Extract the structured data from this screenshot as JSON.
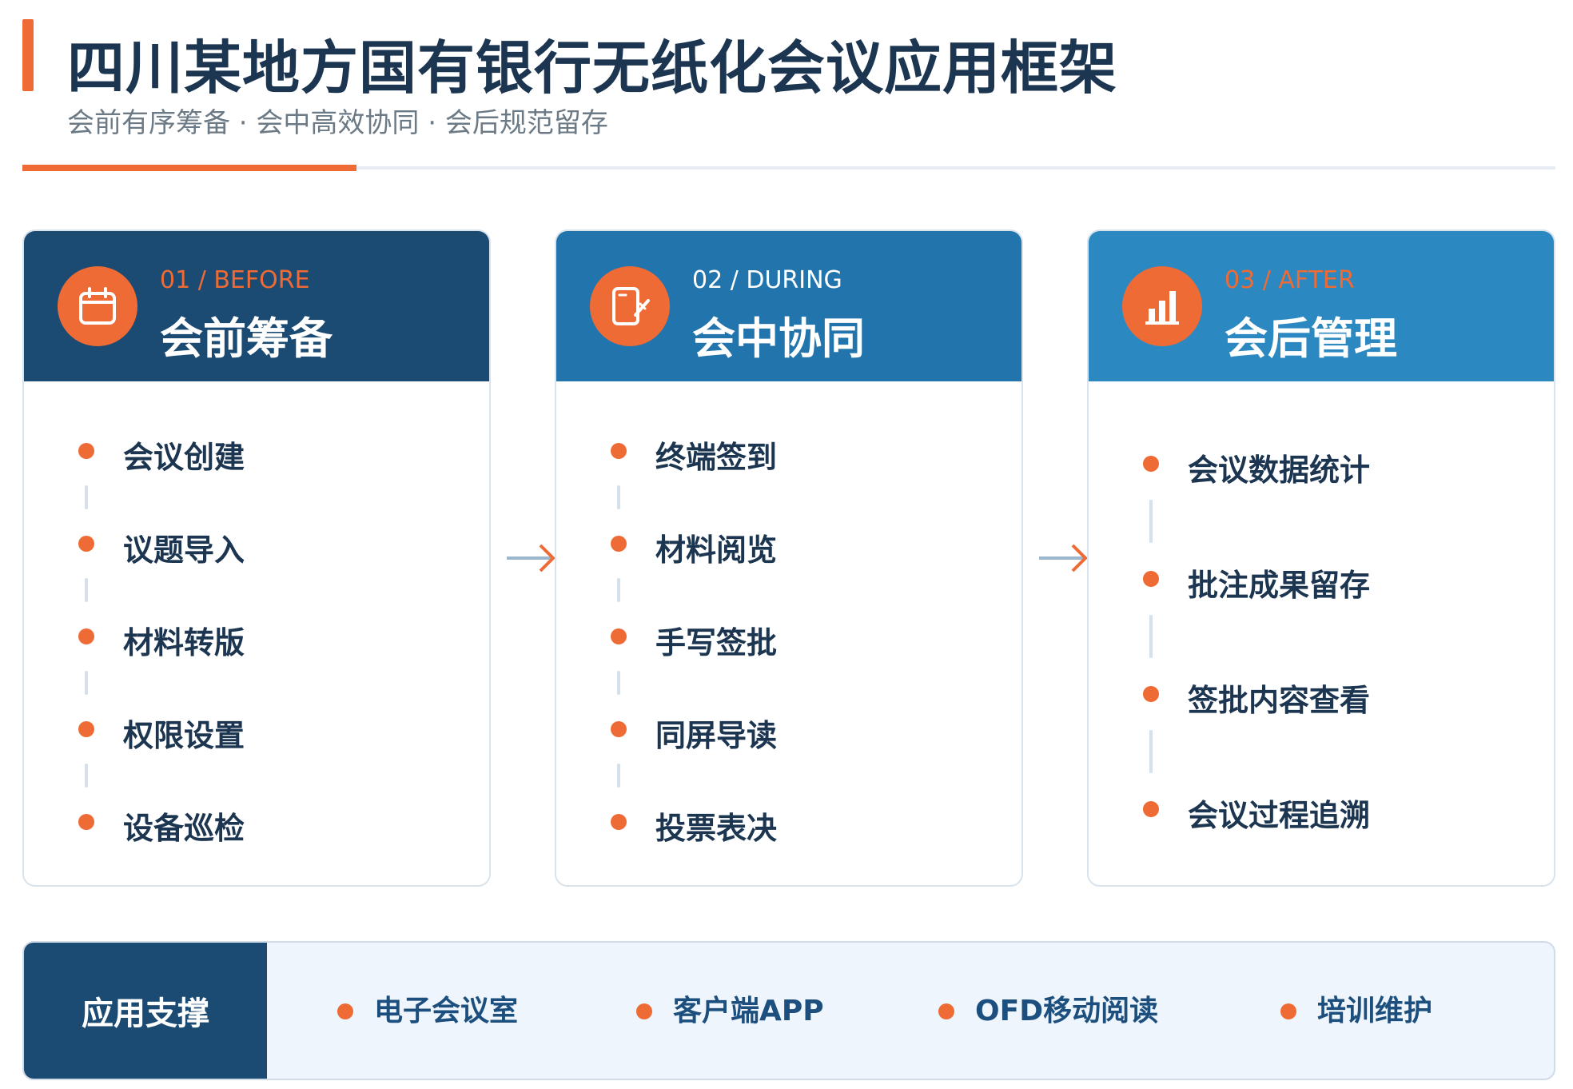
{
  "header": {
    "title": "四川某地方国有银行无纸化会议应用框架",
    "subtitle": "会前有序筹备 · 会中高效协同 · 会后规范留存"
  },
  "colors": {
    "accent": "#ef6b35",
    "navy": "#1c3550",
    "card1": "#1b4a72",
    "card2": "#2274ac",
    "card3": "#2b88c1",
    "support_bg": "#eef5fc"
  },
  "phases": [
    {
      "step": "01 / BEFORE",
      "title": "会前筹备",
      "icon": "calendar-icon",
      "items": [
        "会议创建",
        "议题导入",
        "材料转版",
        "权限设置",
        "设备巡检"
      ]
    },
    {
      "step": "02 / DURING",
      "title": "会中协同",
      "icon": "tablet-pen-icon",
      "items": [
        "终端签到",
        "材料阅览",
        "手写签批",
        "同屏导读",
        "投票表决"
      ]
    },
    {
      "step": "03 / AFTER",
      "title": "会后管理",
      "icon": "bar-chart-icon",
      "items": [
        "会议数据统计",
        "批注成果留存",
        "签批内容查看",
        "会议过程追溯"
      ]
    }
  ],
  "support": {
    "label": "应用支撑",
    "items": [
      "电子会议室",
      "客户端APP",
      "OFD移动阅读",
      "培训维护"
    ]
  }
}
